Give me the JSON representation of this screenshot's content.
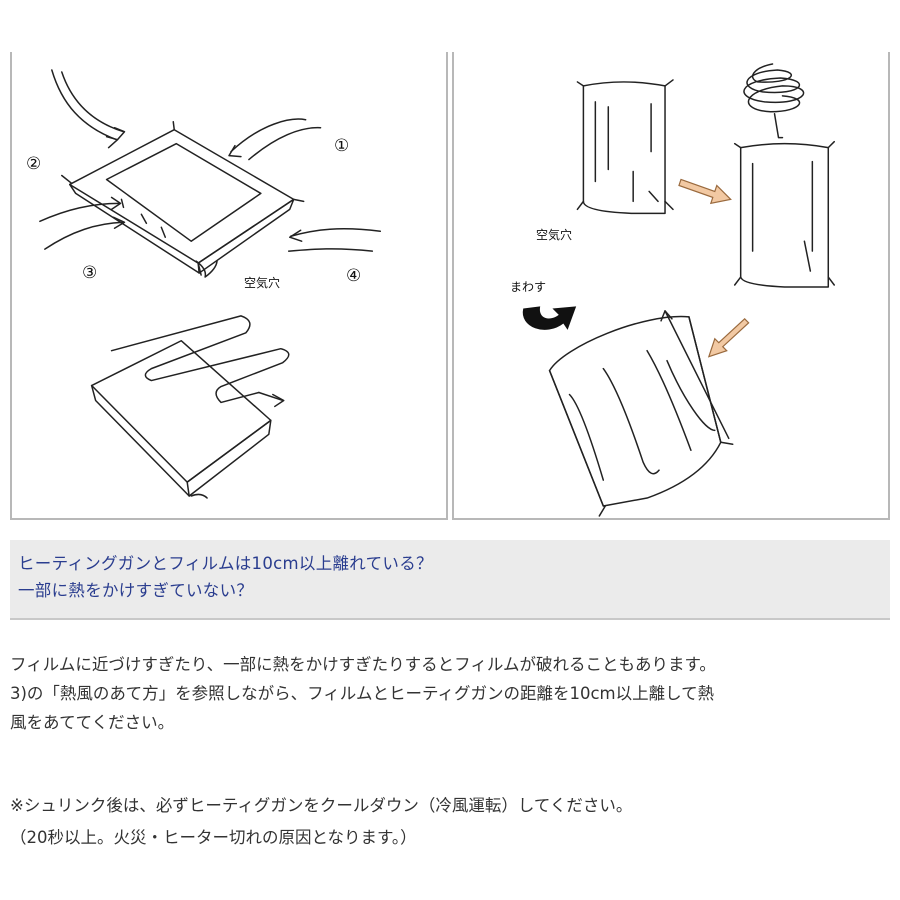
{
  "left_panel": {
    "markers": [
      "①",
      "②",
      "③",
      "④"
    ],
    "air_hole_label": "空気穴"
  },
  "right_panel": {
    "air_hole_label": "空気穴",
    "rotate_label": "まわす"
  },
  "question": {
    "line1": "ヒーティングガンとフィルムは10cm以上離れている？",
    "line2": "一部に熱をかけすぎていない？"
  },
  "body": {
    "line1": "フィルムに近づけすぎたり、一部に熱をかけすぎたりするとフィルムが破れることもあります。",
    "line2": "3)の「熱風のあて方」を参照しながら、フィルムとヒーティグガンの距離を10cm以上離して熱",
    "line3": "風をあててください。"
  },
  "note": {
    "line1": "※シュリンク後は、必ずヒーティグガンをクールダウン（冷風運転）してください。",
    "line2": "（20秒以上。火災・ヒーター切れの原因となります。）"
  }
}
